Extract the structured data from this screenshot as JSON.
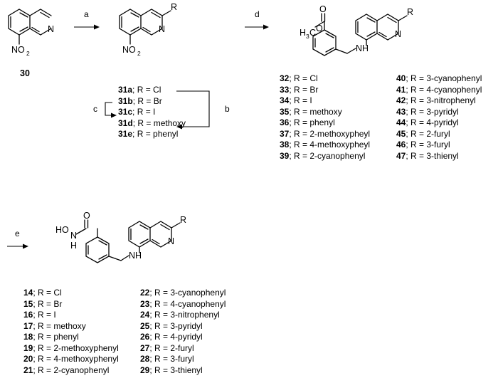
{
  "reagents": {
    "a": "a",
    "b": "b",
    "c": "c",
    "d": "d",
    "e": "e"
  },
  "atoms": {
    "N": "N",
    "NO": "NO",
    "two": "2",
    "R": "R",
    "H3C": "H",
    "H3": "3",
    "C": "C",
    "O": "O",
    "NH": "NH",
    "HO": "HO",
    "H": "H"
  },
  "compound_30": "30",
  "list_31": [
    {
      "id": "31a",
      "r": "; R = Cl"
    },
    {
      "id": "31b",
      "r": "; R = Br"
    },
    {
      "id": "31c",
      "r": "; R = I"
    },
    {
      "id": "31d",
      "r": "; R = methoxy"
    },
    {
      "id": "31e",
      "r": "; R = phenyl"
    }
  ],
  "list_esters_left": [
    {
      "id": "32",
      "r": "; R = Cl"
    },
    {
      "id": "33",
      "r": "; R = Br"
    },
    {
      "id": "34",
      "r": "; R = I"
    },
    {
      "id": "35",
      "r": "; R = methoxy"
    },
    {
      "id": "36",
      "r": "; R = phenyl"
    },
    {
      "id": "37",
      "r": "; R = 2-methoxypheyl"
    },
    {
      "id": "38",
      "r": "; R = 4-methoxypheyl"
    },
    {
      "id": "39",
      "r": "; R = 2-cyanophenyl"
    }
  ],
  "list_esters_right": [
    {
      "id": "40",
      "r": "; R = 3-cyanophenyl"
    },
    {
      "id": "41",
      "r": "; R = 4-cyanophenyl"
    },
    {
      "id": "42",
      "r": "; R = 3-nitrophenyl"
    },
    {
      "id": "43",
      "r": "; R = 3-pyridyl"
    },
    {
      "id": "44",
      "r": "; R = 4-pyridyl"
    },
    {
      "id": "45",
      "r": "; R = 2-furyl"
    },
    {
      "id": "46",
      "r": "; R = 3-furyl"
    },
    {
      "id": "47",
      "r": "; R = 3-thienyl"
    }
  ],
  "list_hydroxamic_left": [
    {
      "id": "14",
      "r": "; R = Cl"
    },
    {
      "id": "15",
      "r": "; R = Br"
    },
    {
      "id": "16",
      "r": "; R = I"
    },
    {
      "id": "17",
      "r": "; R = methoxy"
    },
    {
      "id": "18",
      "r": "; R = phenyl"
    },
    {
      "id": "19",
      "r": "; R = 2-methoxyphenyl"
    },
    {
      "id": "20",
      "r": "; R = 4-methoxyphenyl"
    },
    {
      "id": "21",
      "r": "; R = 2-cyanophenyl"
    }
  ],
  "list_hydroxamic_right": [
    {
      "id": "22",
      "r": "; R = 3-cyanophenyl"
    },
    {
      "id": "23",
      "r": "; R = 4-cyanophenyl"
    },
    {
      "id": "24",
      "r": "; R = 3-nitrophenyl"
    },
    {
      "id": "25",
      "r": "; R = 3-pyridyl"
    },
    {
      "id": "26",
      "r": "; R = 4-pyridyl"
    },
    {
      "id": "27",
      "r": "; R = 2-furyl"
    },
    {
      "id": "28",
      "r": "; R = 3-furyl"
    },
    {
      "id": "29",
      "r": "; R = 3-thienyl"
    }
  ]
}
